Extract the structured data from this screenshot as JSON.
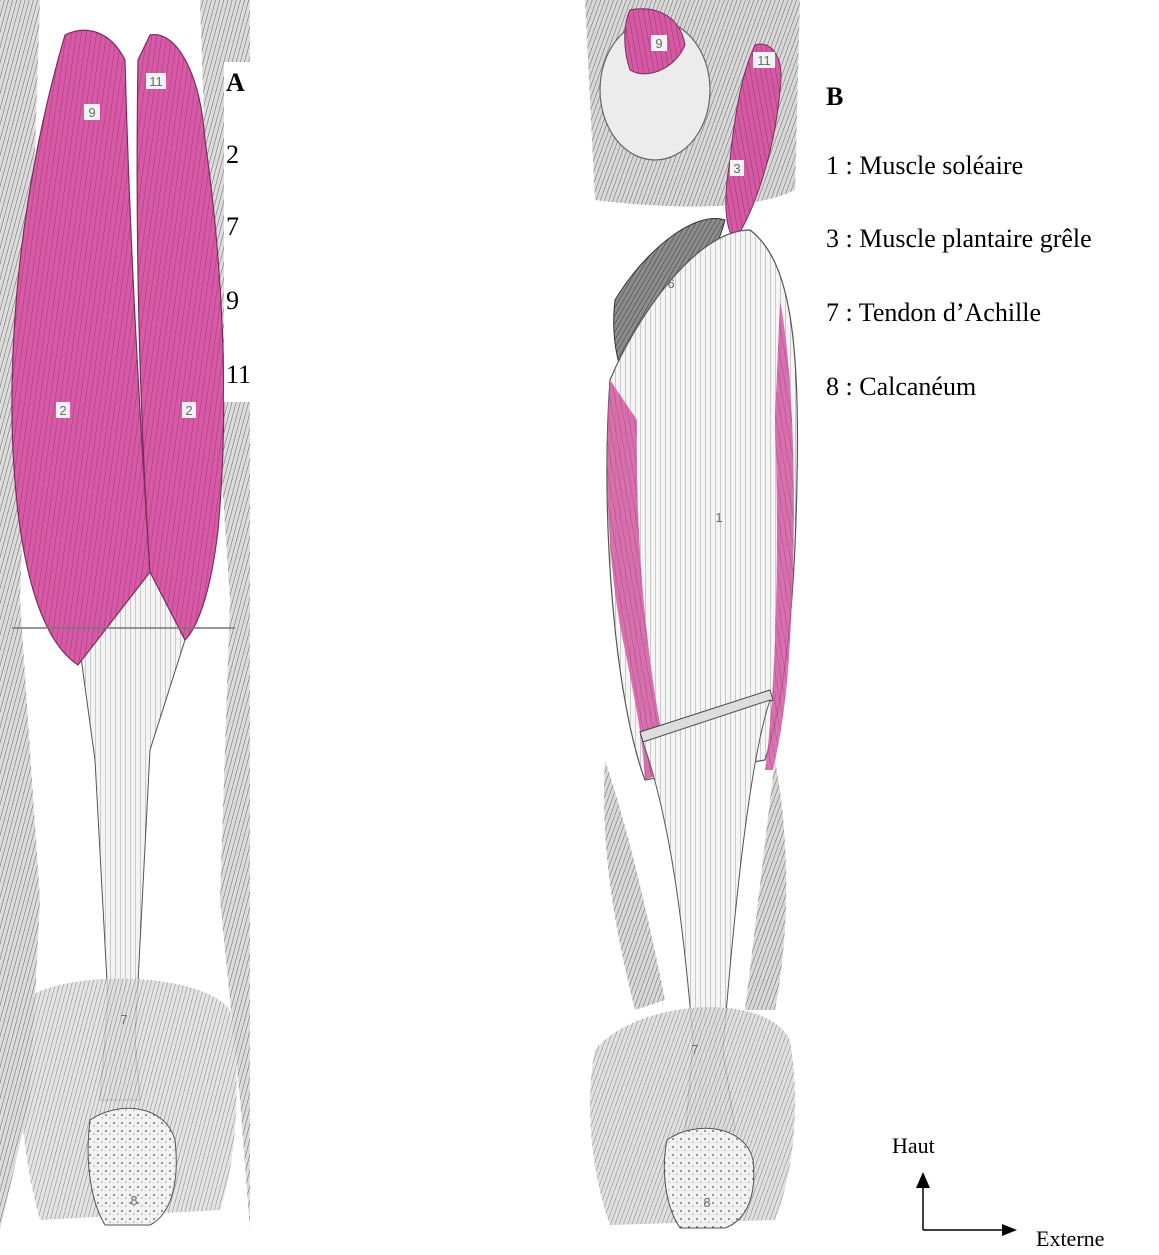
{
  "figure_a": {
    "panel_letter": "A",
    "partial_legend_numbers": [
      "2",
      "7",
      "9",
      "11"
    ],
    "callouts": [
      "9",
      "11",
      "2",
      "2",
      "7",
      "8"
    ]
  },
  "figure_b": {
    "panel_letter": "B",
    "legend": [
      {
        "num": "1",
        "label": "1 : Muscle soléaire"
      },
      {
        "num": "3",
        "label": "3 : Muscle plantaire grêle"
      },
      {
        "num": "7",
        "label": "7 : Tendon d’Achille"
      },
      {
        "num": "8",
        "label": "8 : Calcanéum"
      }
    ],
    "callouts": [
      "9",
      "11",
      "3",
      "6",
      "1",
      "7",
      "8"
    ]
  },
  "orientation": {
    "up_label": "Haut",
    "right_label": "Externe"
  },
  "colors": {
    "muscle_magenta": "#d0529e",
    "muscle_light": "#e58cc4",
    "tendon": "#efefef",
    "ink": "#3a3a3a",
    "grey_muscle": "#8a8a8a"
  }
}
